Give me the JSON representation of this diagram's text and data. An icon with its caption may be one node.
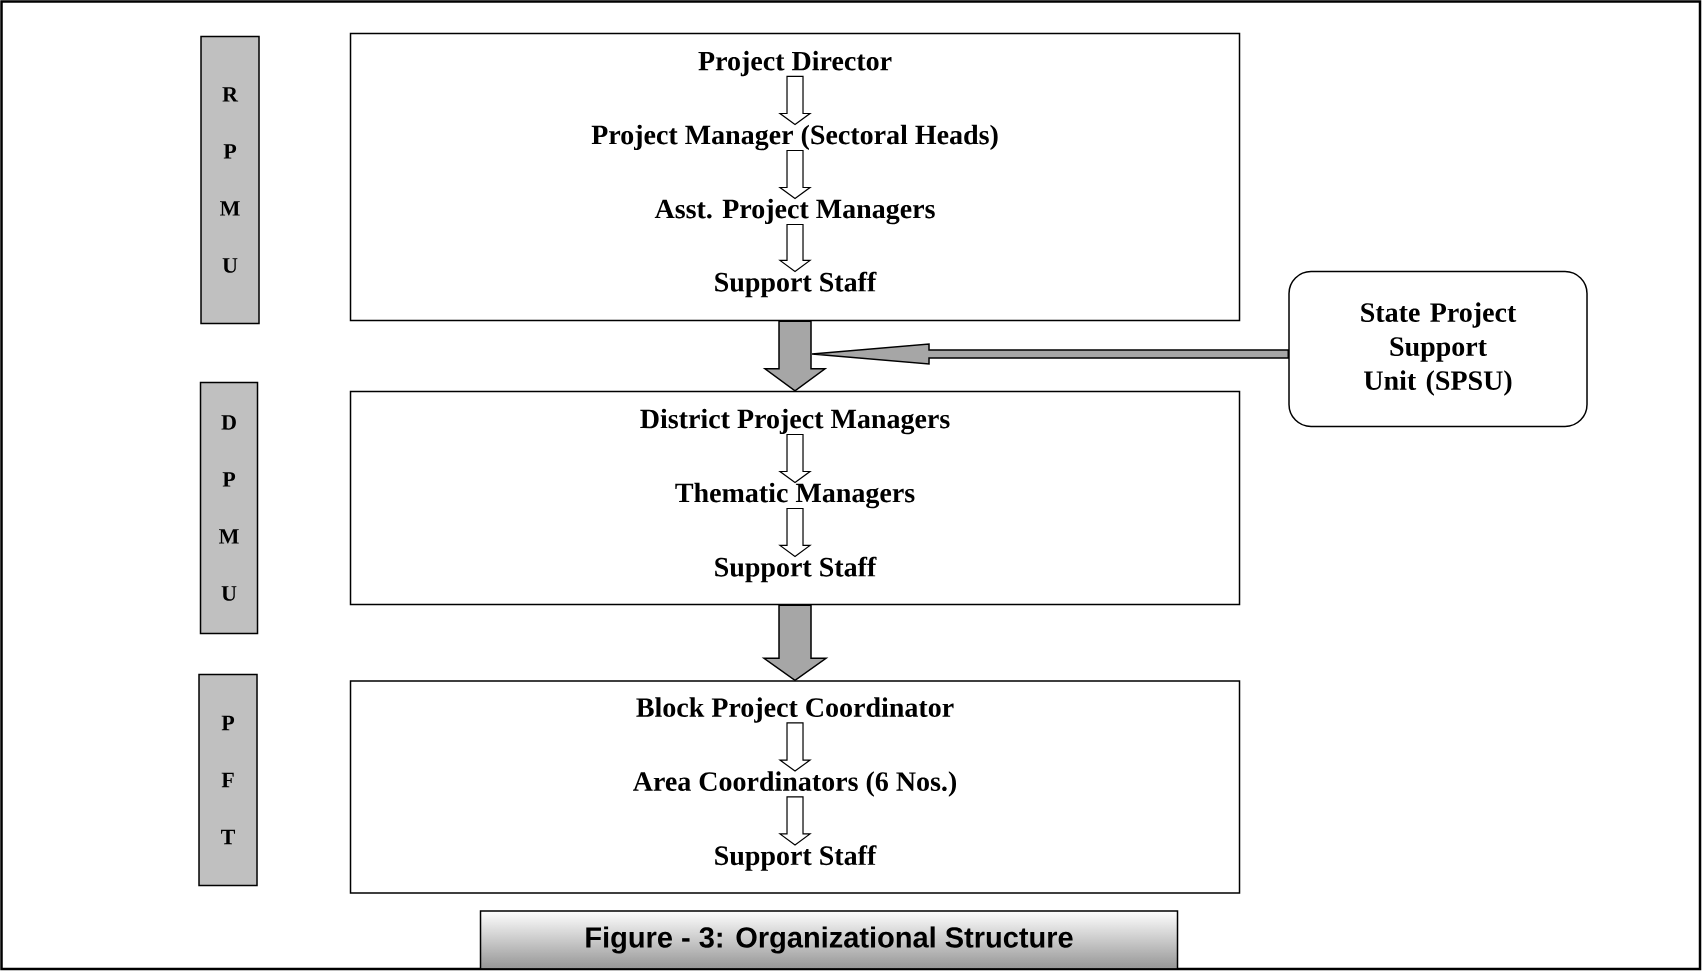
{
  "diagram": {
    "caption": "Figure - 3: Organizational Structure",
    "nodes": [
      {
        "text": [
          "R P M U"
        ]
      },
      {
        "text": [],
        "shape": "box"
      },
      {
        "text": [
          "Project Director"
        ],
        "in": 1
      },
      {
        "text": [
          "Project Manager (Sectoral Heads)"
        ],
        "in": 1
      },
      {
        "text": [
          "Asst. Project Managers"
        ],
        "in": 1
      },
      {
        "text": [
          "Support Staff"
        ],
        "in": 1
      },
      {
        "text": [
          "State Project Support Unit (SPSU)"
        ]
      },
      {
        "text": [
          "D P M U"
        ]
      },
      {
        "text": [],
        "shape": "box"
      },
      {
        "text": [
          "District Project Managers"
        ],
        "in": 8
      },
      {
        "text": [
          "Thematic Managers"
        ],
        "in": 8
      },
      {
        "text": [
          "Support Staff"
        ],
        "in": 8
      },
      {
        "text": [
          "P F T"
        ]
      },
      {
        "text": [],
        "shape": "box"
      },
      {
        "text": [
          "Block Project Coordinator"
        ],
        "in": 13
      },
      {
        "text": [
          "Area Coordinators (6 Nos.)"
        ],
        "in": 13
      },
      {
        "text": [
          "Support Staff"
        ],
        "in": 13
      }
    ],
    "edges": [
      {
        "from": 2,
        "to": 3,
        "arrow": "to"
      },
      {
        "from": 3,
        "to": 4,
        "arrow": "to"
      },
      {
        "from": 4,
        "to": 5,
        "arrow": "to"
      },
      {
        "from": 1,
        "to": 8,
        "arrow": "to",
        "style": "thick",
        "color": "#a6a6a6"
      },
      {
        "from": 6,
        "to": null,
        "arrow": "to",
        "style": "thick",
        "color": "#a6a6a6"
      },
      {
        "from": 9,
        "to": 10,
        "arrow": "to"
      },
      {
        "from": 10,
        "to": 11,
        "arrow": "to"
      },
      {
        "from": 8,
        "to": 13,
        "arrow": "to",
        "style": "thick",
        "color": "#a6a6a6"
      },
      {
        "from": 14,
        "to": 15,
        "arrow": "to"
      },
      {
        "from": 15,
        "to": 16,
        "arrow": "to"
      }
    ]
  }
}
